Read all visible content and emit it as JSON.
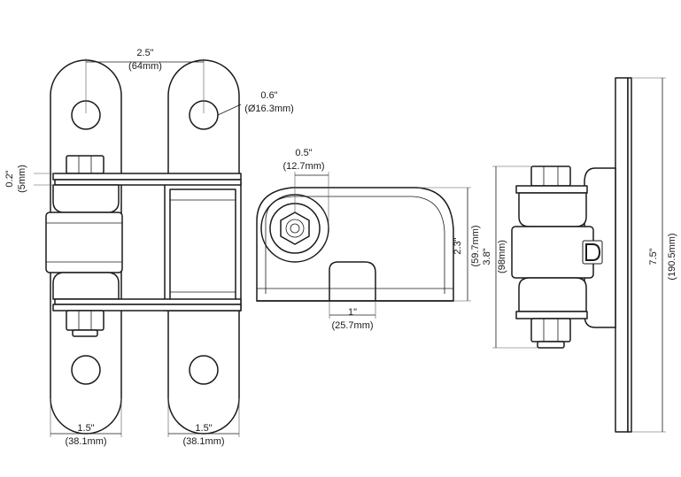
{
  "dimensions": {
    "hole_spacing": {
      "imperial": "2.5\"",
      "metric": "(64mm)"
    },
    "hole_diameter": {
      "imperial": "0.6\"",
      "metric": "(Ø16.3mm)"
    },
    "washer_thickness": {
      "imperial": "0.2\"",
      "metric": "(5mm)"
    },
    "side_clearance": {
      "imperial": "0.5\"",
      "metric": "(12.7mm)"
    },
    "side_height": {
      "imperial": "2.3\"",
      "metric": "(59.7mm)"
    },
    "side_offset": {
      "imperial": "1\"",
      "metric": "(25.7mm)"
    },
    "left_leaf_width": {
      "imperial": "1.5\"",
      "metric": "(38.1mm)"
    },
    "right_leaf_width": {
      "imperial": "1.5\"",
      "metric": "(38.1mm)"
    },
    "body_height": {
      "imperial": "3.8\"",
      "metric": "(98mm)"
    },
    "overall_length": {
      "imperial": "7.5\"",
      "metric": "(190.5mm)"
    }
  },
  "logo": {
    "letter": "D"
  }
}
